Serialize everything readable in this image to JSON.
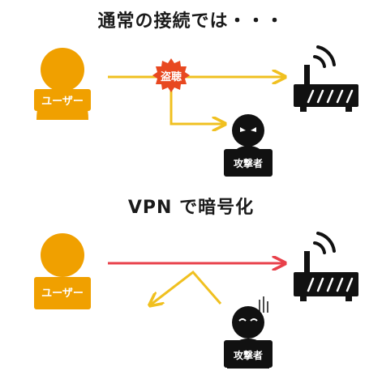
{
  "section_normal": {
    "title": "通常の接続では・・・",
    "user_label": "ユーザー",
    "eavesdrop_label": "盗聴",
    "attacker_label": "攻撃者"
  },
  "section_vpn": {
    "title": "VPN で暗号化",
    "user_label": "ユーザー",
    "attacker_label": "攻撃者"
  },
  "colors": {
    "user": "#f0a000",
    "normal_arrow": "#f0c020",
    "vpn_arrow": "#e8404a",
    "eavesdrop_badge": "#e84820",
    "router": "#111111",
    "attacker": "#111111"
  }
}
